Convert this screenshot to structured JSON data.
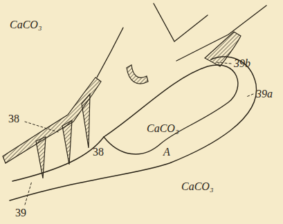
{
  "diagram": {
    "labels": [
      "CaCO₃",
      "38",
      "38",
      "CaCO₃",
      "39b",
      "39a",
      "A",
      "CaCO₃",
      "39"
    ]
  }
}
